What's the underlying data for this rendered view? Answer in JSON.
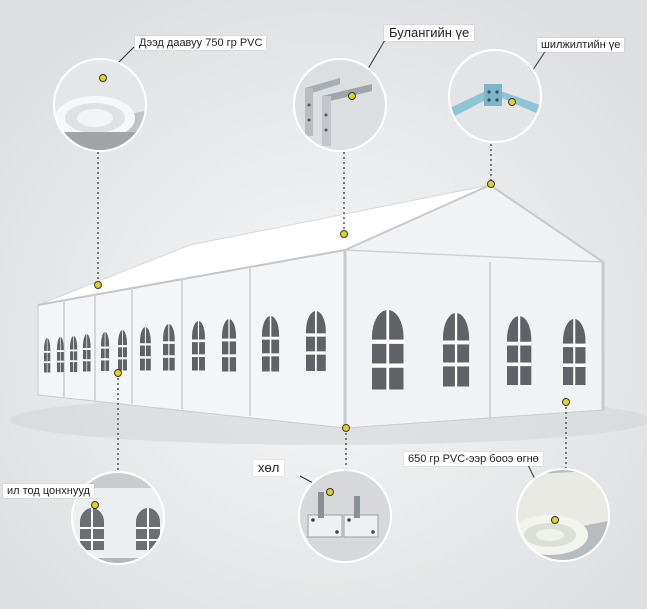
{
  "labels": {
    "roof_cover": "Дээд даавуу 750 гр PVC",
    "corner_joint": "Булангийн үе",
    "ridge_joint": "шилжилтийн үе",
    "windows": "ил тод цонхнууд",
    "foot": "хөл",
    "side_cover": "650 гр PVC-ээр бооэ өгнө"
  },
  "colors": {
    "tent_wall": "#f2f3f5",
    "tent_roof": "#ffffff",
    "frame": "#c9ccd1",
    "marker": "#e5d21a",
    "window_glass": "#5f6368"
  }
}
